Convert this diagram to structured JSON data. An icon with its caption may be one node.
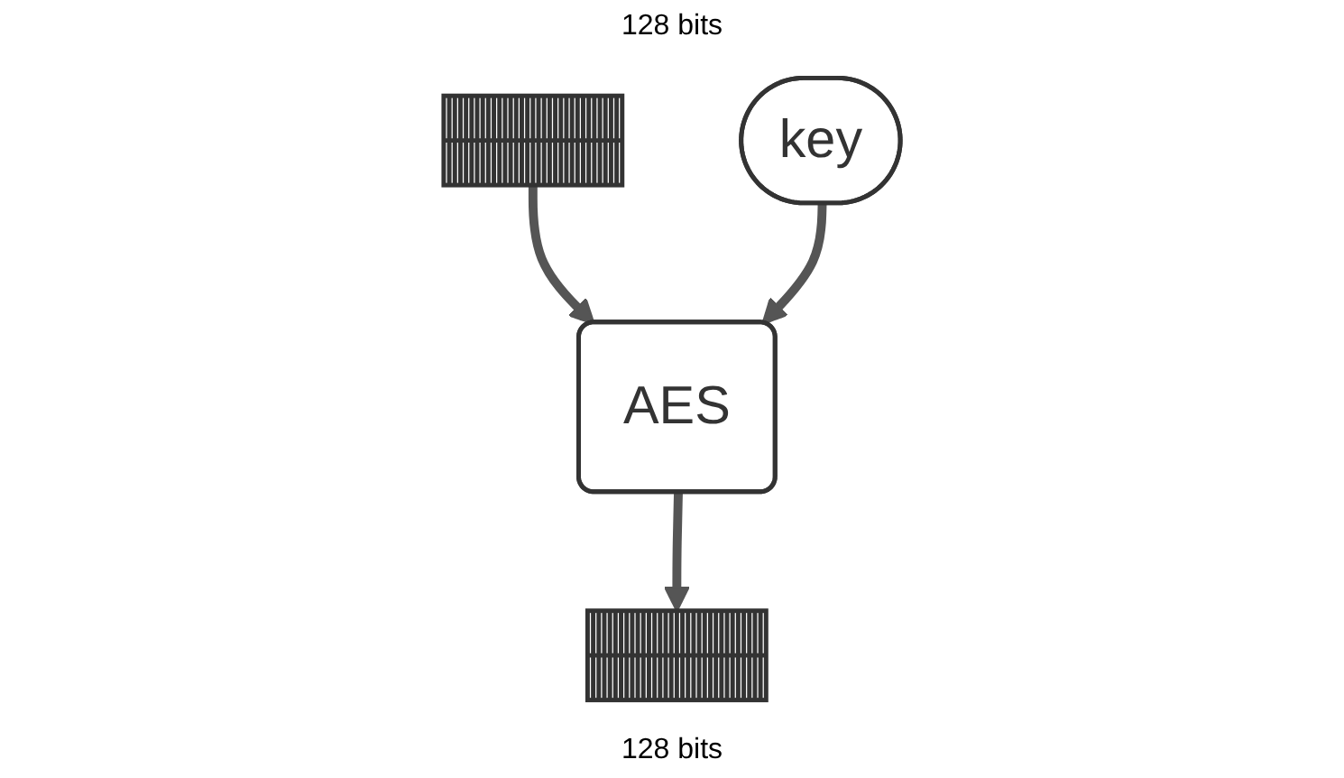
{
  "diagram": {
    "nodes": [
      {
        "text": [],
        "shape": "bar",
        "beside": [
          "128 bits"
        ]
      },
      {
        "text": [
          "AES"
        ]
      },
      {
        "text": [
          "key"
        ]
      },
      {
        "text": [],
        "shape": "bar",
        "beside": [
          "128 bits"
        ]
      }
    ],
    "edges": [
      {
        "from": 0,
        "to": 1,
        "arrow": "to"
      },
      {
        "from": 2,
        "to": 1,
        "arrow": "to"
      },
      {
        "from": 1,
        "to": 3,
        "arrow": "to"
      }
    ]
  }
}
